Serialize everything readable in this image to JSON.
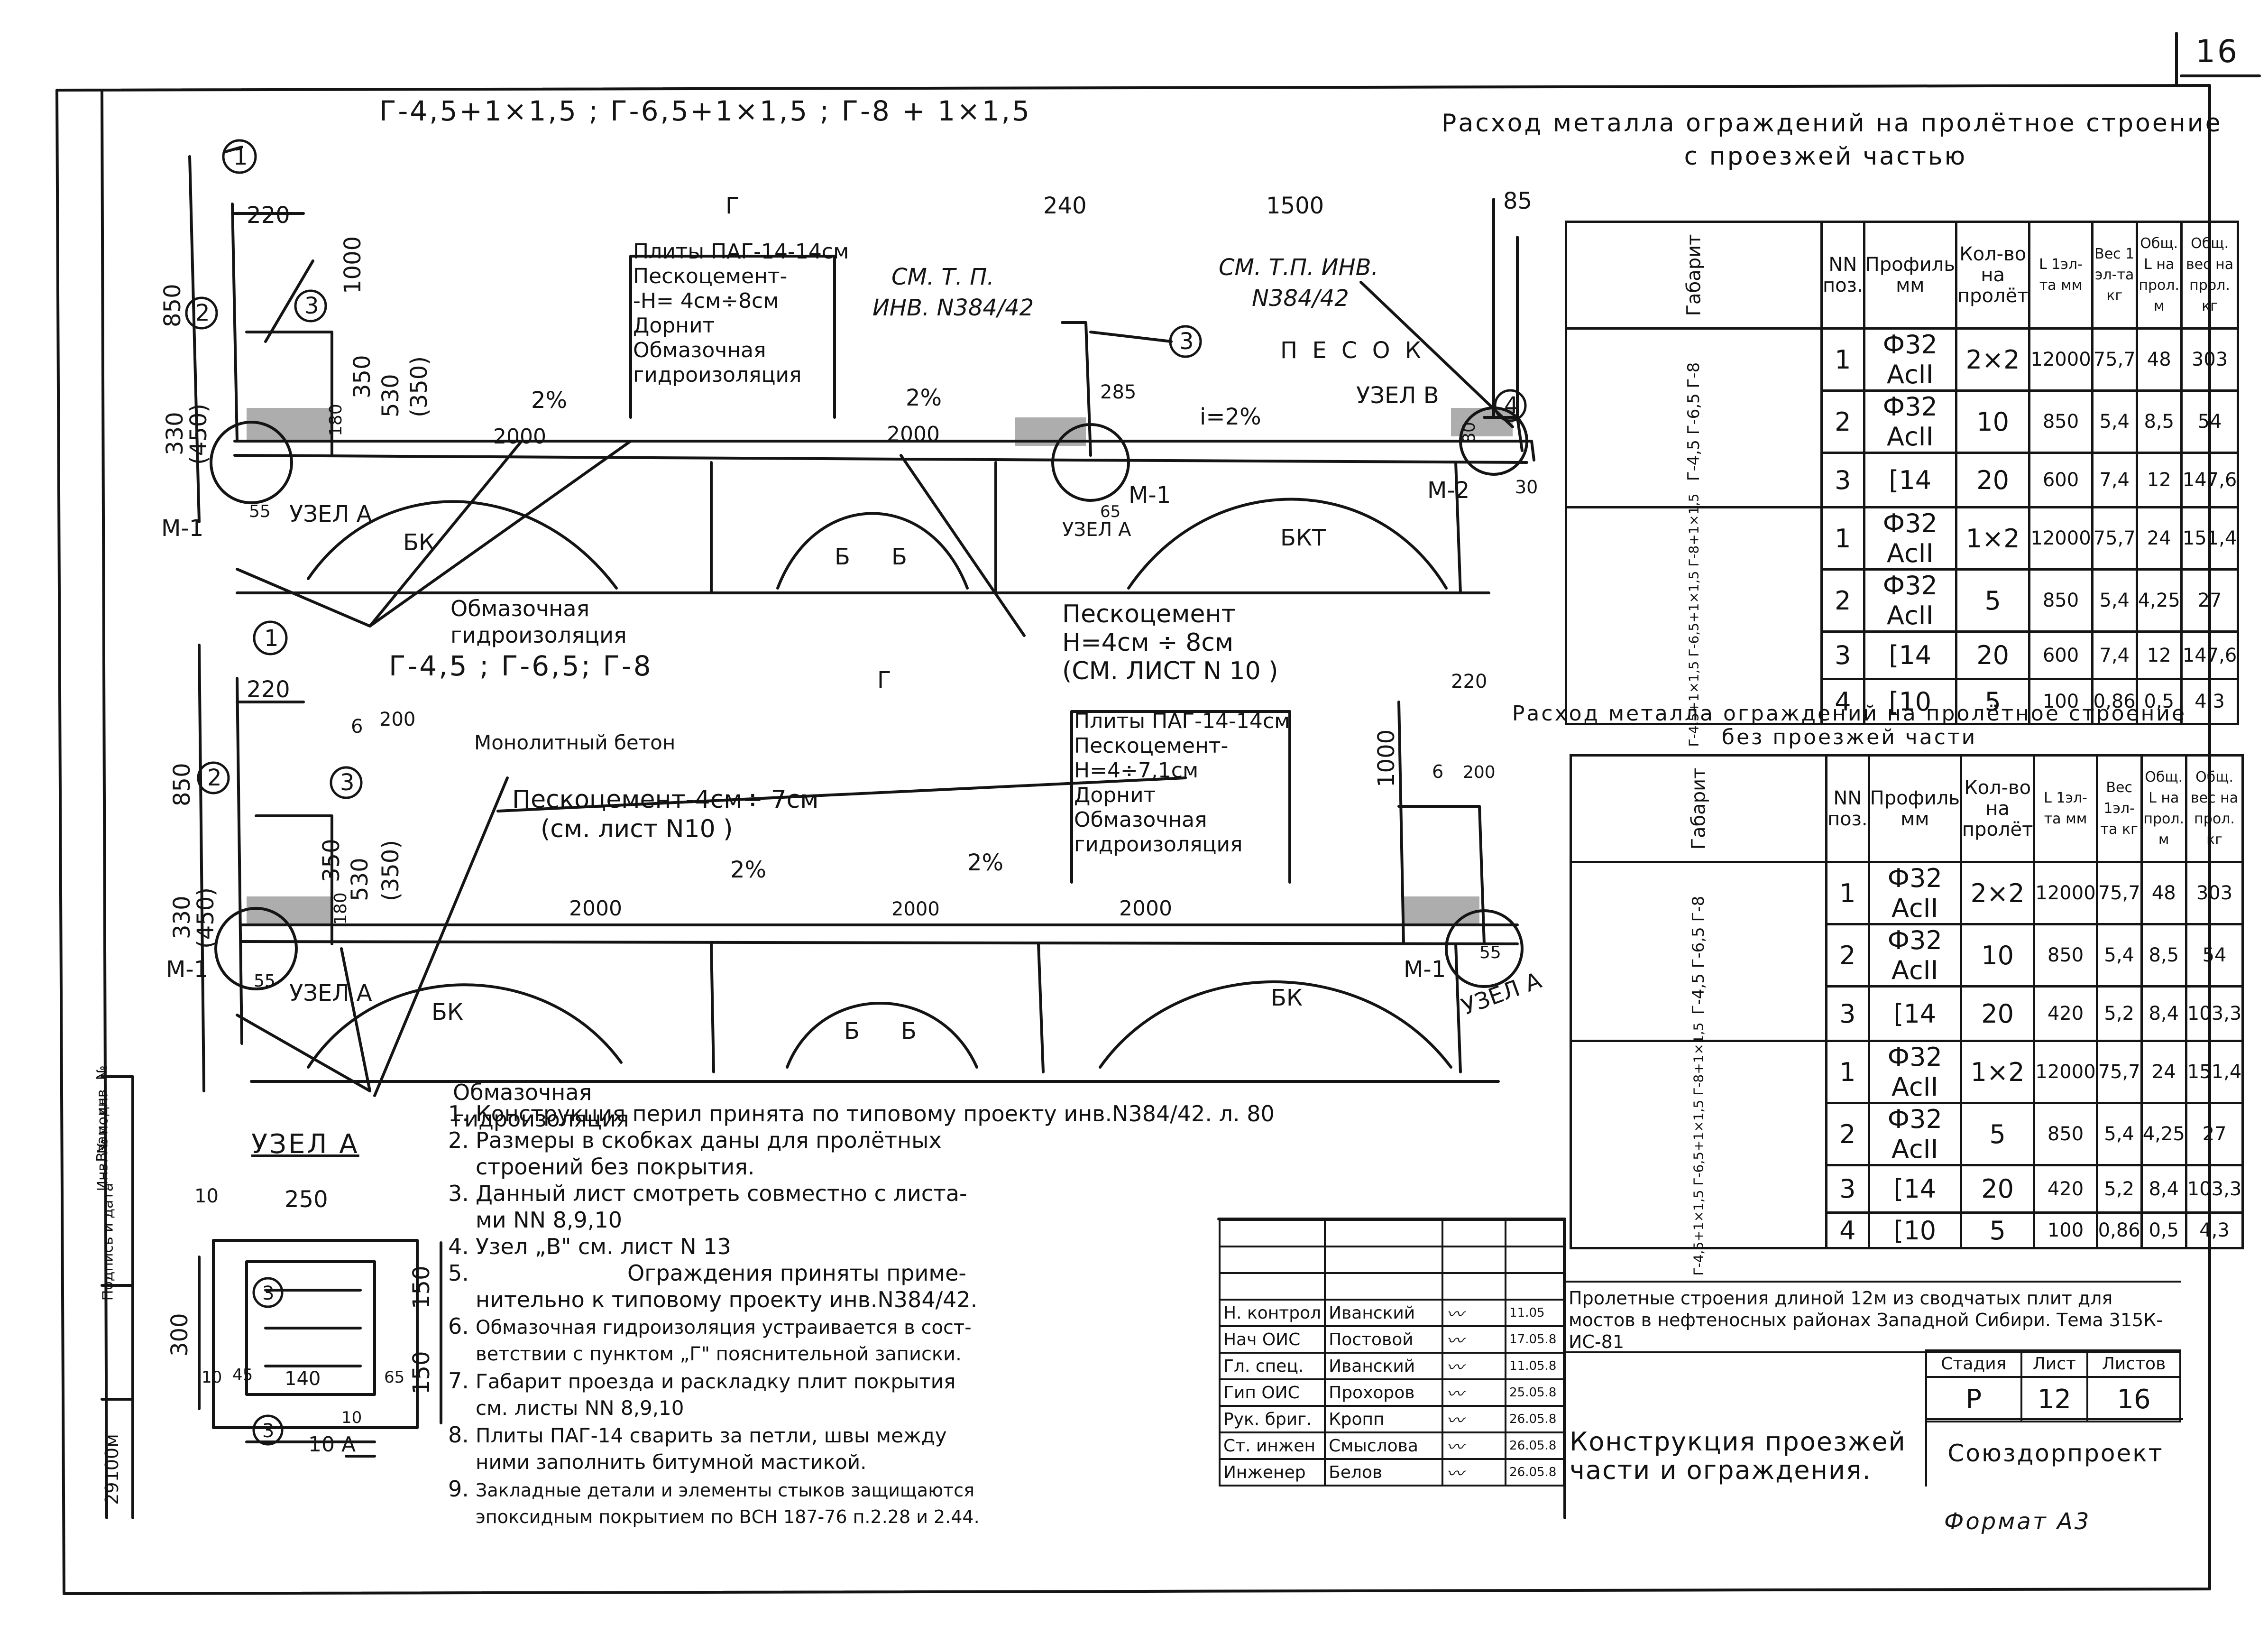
{
  "sheet": {
    "number": "16",
    "format": "Формат А3",
    "inventory_no": "29100м",
    "side_stamp": [
      "Инв. № подл.",
      "Подпись и дата",
      "Взам. инв. №"
    ]
  },
  "header": {
    "variants_top": "Г-4,5+1×1,5 ; Г-6,5+1×1,5 ; Г-8 + 1×1,5",
    "variants_bottom": "Г-4,5 ; Г-6,5; Г-8"
  },
  "section_top": {
    "labels": {
      "g": "Г",
      "pos1": "1",
      "pos2": "2",
      "pos3": "3",
      "pos4": "4",
      "dim_220": "220",
      "dim_850": "850",
      "dim_1000": "1000",
      "dim_330": "330",
      "dim_450": "(450)",
      "dim_350": "350",
      "dim_530": "530",
      "dim_350b": "(350)",
      "dim_180": "180",
      "dim_240": "240",
      "dim_1500": "1500",
      "dim_85": "85",
      "dim_285": "285",
      "dim_80": "80",
      "dim_30": "30",
      "dim_55": "55",
      "dim_65": "65",
      "slope_left": "2%",
      "slope_mid": "2%",
      "slope_right": "i=2%",
      "dim_2000a": "2000",
      "dim_2000b": "2000",
      "sand": "П Е С О К",
      "node_a": "УЗЕЛ А",
      "node_a2": "УЗЕЛ А",
      "node_v": "УЗЕЛ В",
      "m1": "М-1",
      "m1b": "М-1",
      "m2": "М-2",
      "bk": "БК",
      "b1": "Б",
      "b2": "Б",
      "bkt": "БКТ",
      "see_tp": "СМ. Т. П.",
      "see_tp_inv": "ИНВ. N384/42",
      "see_tp2": "СМ. Т.П. ИНВ.",
      "see_tp2_no": "N384/42"
    },
    "plates_legend": [
      "Плиты ПАГ-14-14см",
      "Пескоцемент-",
      "-Н= 4см÷8см",
      "Дорнит",
      "Обмазочная",
      "гидроизоляция"
    ],
    "callout_waterproof": [
      "Обмазочная",
      "гидроизоляция"
    ],
    "callout_sand_cement": [
      "Пескоцемент",
      "Н=4см ÷ 8см",
      "(СМ. ЛИСТ N 10 )"
    ]
  },
  "section_bottom": {
    "labels": {
      "g": "Г",
      "pos1": "1",
      "pos2": "2",
      "pos3": "3",
      "dim_220": "220",
      "dim_850": "850",
      "dim_330": "330",
      "dim_450": "(450)",
      "dim_350": "350",
      "dim_530": "530",
      "dim_350b": "(350)",
      "dim_180": "180",
      "dim_6": "6",
      "dim_200": "200",
      "dim_220r": "220",
      "dim_1000": "1000",
      "dim_6r": "6",
      "dim_200r": "200",
      "dim_55": "55",
      "dim_55r": "55",
      "slope_left": "2%",
      "slope_right": "2%",
      "dim_2000a": "2000",
      "dim_2000b": "2000",
      "dim_2000c": "2000",
      "node_a": "УЗЕЛ А",
      "node_a_r": "УЗЕЛ А",
      "m1": "М-1",
      "m1r": "М-1",
      "bk": "БК",
      "b1": "Б",
      "b2": "Б",
      "bk2": "БК",
      "monolith": "Монолитный бетон"
    },
    "plates_legend": [
      "Плиты ПАГ-14-14см",
      "Пескоцемент-",
      "Н=4÷7,1см",
      "Дорнит",
      "Обмазочная",
      "гидроизоляция"
    ],
    "callout_sand_cement": [
      "Пескоцемент-4см÷ 7см",
      "(см. лист N10 )"
    ],
    "callout_waterproof": [
      "Обмазочная",
      "гидроизоляция"
    ]
  },
  "node_a": {
    "title": "УЗЕЛ А",
    "dims": {
      "d10": "10",
      "d250": "250",
      "d300": "300",
      "d150a": "150",
      "d150b": "150",
      "d10b": "10",
      "d45": "45",
      "d140": "140",
      "d65": "65",
      "d10c": "10"
    },
    "pos3a": "3",
    "pos3b": "3",
    "section": "10 А"
  },
  "notes": [
    {
      "n": "1.",
      "text": "Конструкция перил принята по типовому проекту инв.N384/42. л. 80"
    },
    {
      "n": "2.",
      "text": "Размеры в скобках даны для пролётных"
    },
    {
      "n": "",
      "text": "строений без покрытия."
    },
    {
      "n": "3.",
      "text": "Данный лист смотреть совместно с листа-"
    },
    {
      "n": "",
      "text": "ми NN 8,9,10"
    },
    {
      "n": "4.",
      "text": "Узел „В\" см. лист N 13"
    },
    {
      "n": "5.",
      "text": "Ограждения приняты приме-"
    },
    {
      "n": "",
      "text": "нительно к типовому проекту инв.N384/42."
    },
    {
      "n": "6.",
      "text": "Обмазочная гидроизоляция устраивается в сост-"
    },
    {
      "n": "",
      "text": "ветствии с пунктом „Г\" пояснительной записки."
    },
    {
      "n": "7.",
      "text": "Габарит проезда и раскладку плит покрытия"
    },
    {
      "n": "",
      "text": "см. листы NN 8,9,10"
    },
    {
      "n": "8.",
      "text": "Плиты ПАГ-14 сварить за петли, швы между"
    },
    {
      "n": "",
      "text": "ними заполнить битумной мастикой."
    },
    {
      "n": "9.",
      "text": "Закладные детали и элементы стыков защищаются"
    },
    {
      "n": "",
      "text": "эпоксидным покрытием по ВСН 187-76 п.2.28 и 2.44."
    }
  ],
  "table1": {
    "title": [
      "Расход металла ограждений на пролётное строение",
      "с проезжей частью"
    ],
    "headers": [
      "Габарит",
      "NN поз.",
      "Профиль мм",
      "Кол-во на пролёт",
      "L 1эл-та мм",
      "Вес 1 эл-та кг",
      "Общ. L на прол. м",
      "Общ. вес на прол. кг"
    ],
    "groups": [
      {
        "gabarit": "Г-4,5 Г-6,5 Г-8",
        "rows": [
          [
            "1",
            "Ф32 АсII",
            "2×2",
            "12000",
            "75,7",
            "48",
            "303"
          ],
          [
            "2",
            "Ф32 АсII",
            "10",
            "850",
            "5,4",
            "8,5",
            "54"
          ],
          [
            "3",
            "[14",
            "20",
            "600",
            "7,4",
            "12",
            "147,6"
          ]
        ]
      },
      {
        "gabarit": "Г-4,5+1×1,5 Г-6,5+1×1,5 Г-8+1×1,5",
        "rows": [
          [
            "1",
            "Ф32 АсII",
            "1×2",
            "12000",
            "75,7",
            "24",
            "151,4"
          ],
          [
            "2",
            "Ф32 АсII",
            "5",
            "850",
            "5,4",
            "4,25",
            "27"
          ],
          [
            "3",
            "[14",
            "20",
            "600",
            "7,4",
            "12",
            "147,6"
          ],
          [
            "4",
            "[10",
            "5",
            "100",
            "0,86",
            "0,5",
            "4,3"
          ]
        ]
      }
    ]
  },
  "table2": {
    "title": [
      "Расход металла ограждений на пролётное строение",
      "без проезжей части"
    ],
    "headers": [
      "Габарит",
      "NN поз.",
      "Профиль мм",
      "Кол-во на пролёт",
      "L 1эл-та мм",
      "Вес 1эл-та кг",
      "Общ. L на прол. м",
      "Общ. вес на прол. кг"
    ],
    "groups": [
      {
        "gabarit": "Г-4,5 Г-6,5 Г-8",
        "rows": [
          [
            "1",
            "Ф32 АсII",
            "2×2",
            "12000",
            "75,7",
            "48",
            "303"
          ],
          [
            "2",
            "Ф32 АсII",
            "10",
            "850",
            "5,4",
            "8,5",
            "54"
          ],
          [
            "3",
            "[14",
            "20",
            "420",
            "5,2",
            "8,4",
            "103,3"
          ]
        ]
      },
      {
        "gabarit": "Г-4,5+1×1,5 Г-6,5+1×1,5 Г-8+1×1,5",
        "rows": [
          [
            "1",
            "Ф32 АсII",
            "1×2",
            "12000",
            "75,7",
            "24",
            "151,4"
          ],
          [
            "2",
            "Ф32 АсII",
            "5",
            "850",
            "5,4",
            "4,25",
            "27"
          ],
          [
            "3",
            "[14",
            "20",
            "420",
            "5,2",
            "8,4",
            "103,3"
          ],
          [
            "4",
            "[10",
            "5",
            "100",
            "0,86",
            "0,5",
            "4,3"
          ]
        ]
      }
    ]
  },
  "title_block": {
    "project": "Пролетные строения длиной 12м из сводчатых плит для мостов в нефтеносных районах Западной Сибири. Тема 315К-ИС-81",
    "stage_label": "Стадия",
    "sheet_label": "Лист",
    "sheets_label": "Листов",
    "stage": "Р",
    "sheet": "12",
    "sheets": "16",
    "drawing_title": "Конструкция проезжей части и ограждения.",
    "org": "Союздорпроект",
    "staff": [
      {
        "role": "Н. контрол",
        "name": "Иванский",
        "date": "11.05"
      },
      {
        "role": "Нач ОИС",
        "name": "Постовой",
        "date": "17.05.8"
      },
      {
        "role": "Гл. спец.",
        "name": "Иванский",
        "date": "11.05.8"
      },
      {
        "role": "Гип ОИС",
        "name": "Прохоров",
        "date": "25.05.8"
      },
      {
        "role": "Рук. бриг.",
        "name": "Кропп",
        "date": "26.05.8"
      },
      {
        "role": "Ст. инжен",
        "name": "Смыслова",
        "date": "26.05.8"
      },
      {
        "role": "Инженер",
        "name": "Белов",
        "date": "26.05.8"
      }
    ]
  }
}
